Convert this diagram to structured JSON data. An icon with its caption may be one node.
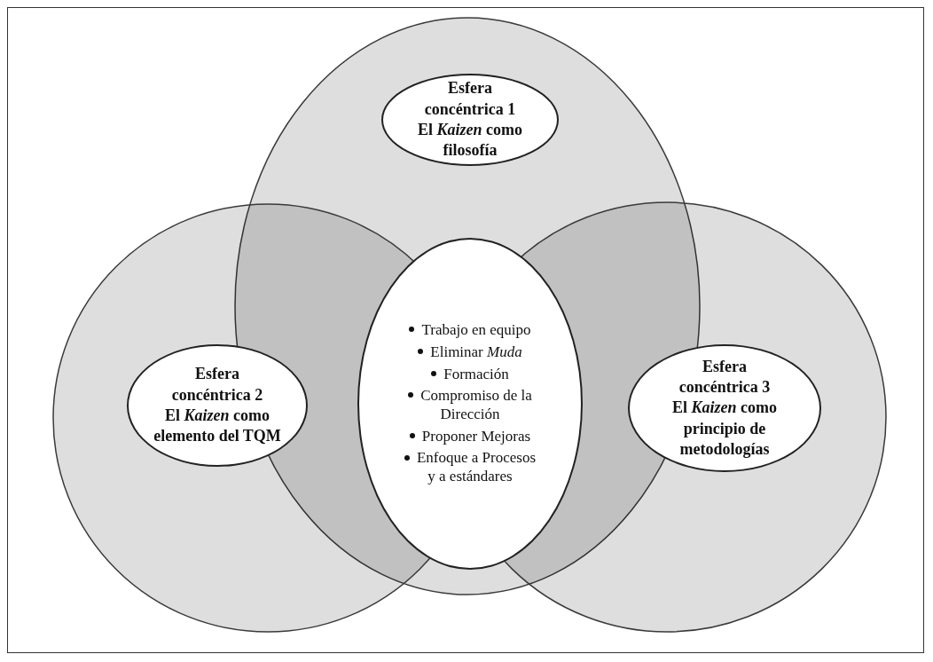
{
  "diagram": {
    "nodes": [
      {
        "text": [
          "Esfera concéntrica 1",
          "El *Kaizen* como filosofía"
        ]
      },
      {
        "text": [
          "Esfera concéntrica 2",
          "El *Kaizen* como elemento del TQM"
        ]
      },
      {
        "text": [
          "Trabajo en equipo",
          "Eliminar *Muda*",
          "Formación",
          "Compromiso de la Dirección",
          "Proponer Mejoras",
          "Enfoque a Procesos y a estándares"
        ]
      },
      {
        "text": [
          "Esfera concéntrica 3",
          "El *Kaizen* como principio de metodologías"
        ]
      }
    ]
  }
}
